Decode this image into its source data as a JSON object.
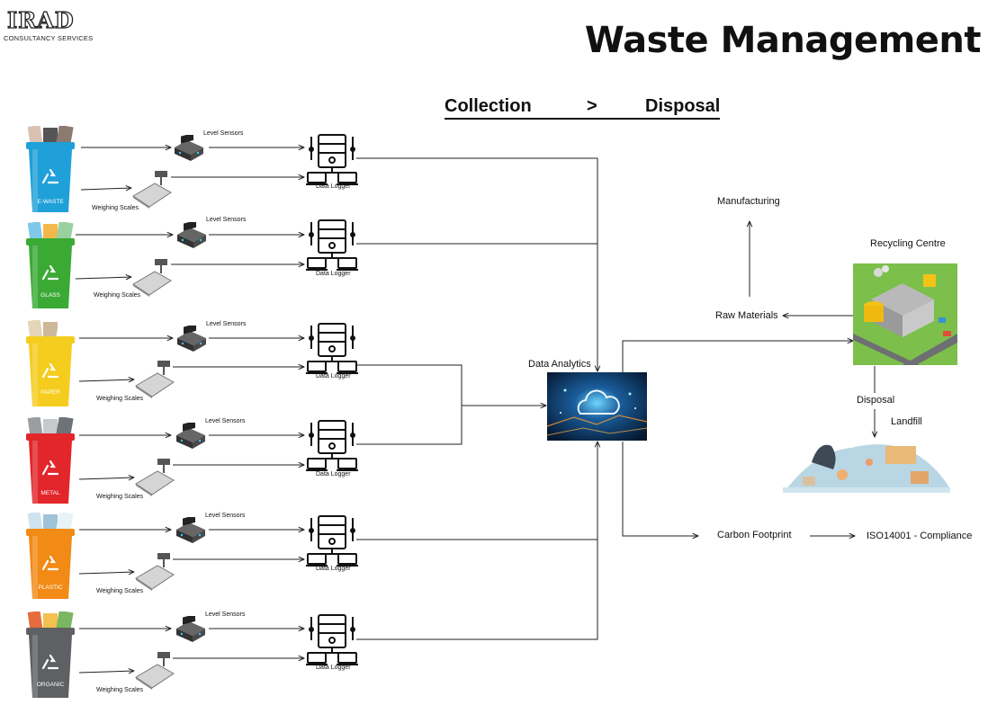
{
  "logo": {
    "name": "IRAD",
    "tagline": "CONSULTANCY SERVICES"
  },
  "title": "Waste Management",
  "subtitle": {
    "left": "Collection",
    "sep": ">",
    "right": "Disposal"
  },
  "colors": {
    "bin_ewaste": "#1fa0d8",
    "bin_glass": "#3aaa35",
    "bin_paper": "#f4cd1f",
    "bin_metal": "#e2262a",
    "bin_plastic": "#f28a16",
    "bin_organic": "#5f6063",
    "line": "#222222"
  },
  "bins": [
    {
      "label": "E-WASTE",
      "sensor_label": "Level Sensors",
      "scale_label": "Weighing Scales",
      "logger_label": "Data Logger"
    },
    {
      "label": "GLASS",
      "sensor_label": "Level Sensors",
      "scale_label": "Weighing Scales",
      "logger_label": "Data Logger"
    },
    {
      "label": "PAPER",
      "sensor_label": "Level Sensors",
      "scale_label": "Weighing Scales",
      "logger_label": "Data Logger"
    },
    {
      "label": "METAL",
      "sensor_label": "Level Sensors",
      "scale_label": "Weighing Scales",
      "logger_label": "Data Logger"
    },
    {
      "label": "PLASTIC",
      "sensor_label": "Level Sensors",
      "scale_label": "Weighing Scales",
      "logger_label": "Data Logger"
    },
    {
      "label": "ORGANIC",
      "sensor_label": "Level Sensors",
      "scale_label": "Weighing Scales",
      "logger_label": "Data Logger"
    }
  ],
  "flow": {
    "data_analytics": "Data Analytics",
    "manufacturing": "Manufacturing",
    "raw_materials": "Raw Materials",
    "recycling_centre": "Recycling Centre",
    "disposal": "Disposal",
    "landfill": "Landfill",
    "carbon_footprint": "Carbon Footprint",
    "compliance": "ISO14001 - Compliance"
  }
}
